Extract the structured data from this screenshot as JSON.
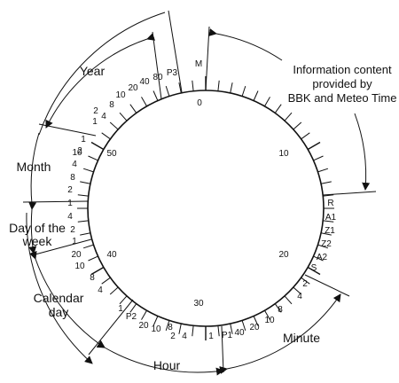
{
  "colors": {
    "ink": "#111111",
    "background": "#ffffff"
  },
  "diagram": {
    "info_lines": [
      "Information content",
      "provided by",
      "BBK and Meteo Time"
    ],
    "segments": {
      "year": "Year",
      "month": "Month",
      "day_of_week_line1": "Day of the",
      "day_of_week_line2": "week",
      "calendar_day_line1": "Calendar",
      "calendar_day_line2": "day",
      "hour": "Hour",
      "minute": "Minute"
    },
    "seconds": {
      "s0": "0",
      "s10": "10",
      "s20": "20",
      "s30": "30",
      "s40": "40",
      "s50": "50"
    },
    "markers": {
      "m": "M",
      "r": "R",
      "a1": "A1",
      "z1": "Z1",
      "z2": "Z2",
      "a2": "A2",
      "s": "S",
      "p1": "P1",
      "p2": "P2",
      "p3": "P3"
    },
    "bit_weights": {
      "year": [
        "1",
        "2",
        "4",
        "8",
        "10",
        "20",
        "40",
        "80"
      ],
      "month": [
        "1",
        "2",
        "4",
        "8",
        "10"
      ],
      "day_of_week": [
        "1",
        "2",
        "4"
      ],
      "calendar_day": [
        "1",
        "2",
        "4",
        "8",
        "10",
        "20"
      ],
      "hour": [
        "1",
        "2",
        "4",
        "8",
        "10",
        "20"
      ],
      "minute": [
        "1",
        "2",
        "4",
        "8",
        "10",
        "20",
        "40"
      ]
    }
  }
}
